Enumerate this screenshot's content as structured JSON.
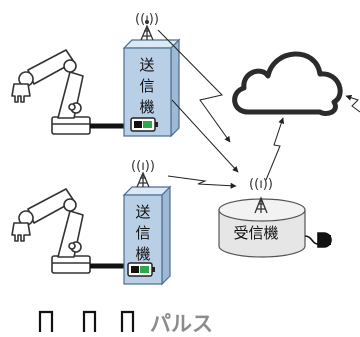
{
  "diagram": {
    "transmitter_label_chars": [
      "送",
      "信",
      "機"
    ],
    "receiver_label": "受信機",
    "pulse_label": "パルス",
    "wifi_glyph": "((ı))",
    "colors": {
      "stroke": "#333333",
      "box_fill": "#b9cfe6",
      "box_stroke": "#4a6e92",
      "receiver_fill": "#e6e6e6",
      "receiver_top": "#f2f2f2",
      "pulse_text": "#8c8c8c",
      "battery_green": "#2fa84a",
      "cable": "#111111"
    }
  }
}
